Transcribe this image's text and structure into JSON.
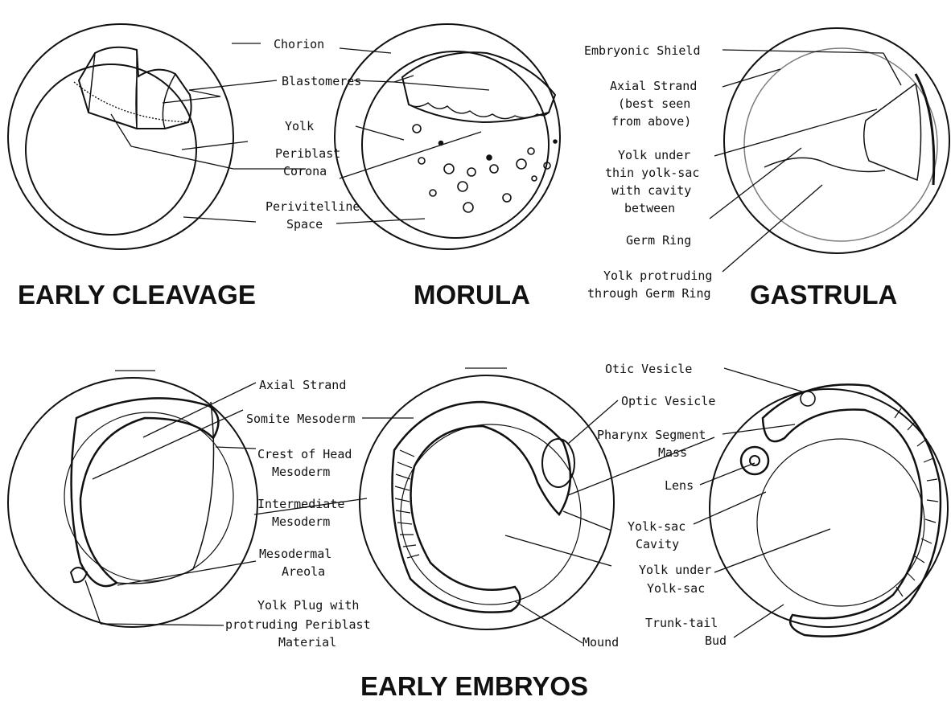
{
  "titles": {
    "early_cleavage": "EARLY CLEAVAGE",
    "morula": "MORULA",
    "gastrula": "GASTRULA",
    "early_embryos": "EARLY EMBRYOS"
  },
  "labels": {
    "chorion": "Chorion",
    "blastomeres": "Blastomeres",
    "yolk": "Yolk",
    "periblast_corona": [
      "Periblast",
      "Corona"
    ],
    "perivitelline_space": [
      "Perivitelline",
      "Space"
    ],
    "embryonic_shield": "Embryonic Shield",
    "axial_strand_gastrula": [
      "Axial Strand",
      "(best seen",
      "from above)"
    ],
    "yolk_under_thin_yolk_sac": [
      "Yolk under",
      "thin yolk-sac",
      "with cavity",
      "between"
    ],
    "germ_ring": "Germ Ring",
    "yolk_protruding": [
      "Yolk protruding",
      "through Germ Ring"
    ],
    "axial_strand": "Axial Strand",
    "somite_mesoderm": "Somite Mesoderm",
    "crest_head_mesoderm": [
      "Crest of Head",
      "Mesoderm"
    ],
    "intermediate_mesoderm": [
      "Intermediate",
      "Mesoderm"
    ],
    "mesodermal_areola": [
      "Mesodermal",
      "Areola"
    ],
    "yolk_plug": [
      "Yolk Plug with",
      "protruding Periblast",
      "Material"
    ],
    "mound": "Mound",
    "otic_vesicle": "Otic Vesicle",
    "optic_vesicle": "Optic Vesicle",
    "pharynx_segment_mass": [
      "Pharynx Segment",
      "Mass"
    ],
    "lens": "Lens",
    "yolk_sac_cavity": [
      "Yolk-sac",
      "Cavity"
    ],
    "yolk_under_yolk_sac": [
      "Yolk under",
      "Yolk-sac"
    ],
    "trunk_tail_bud": [
      "Trunk-tail",
      "Bud"
    ]
  }
}
